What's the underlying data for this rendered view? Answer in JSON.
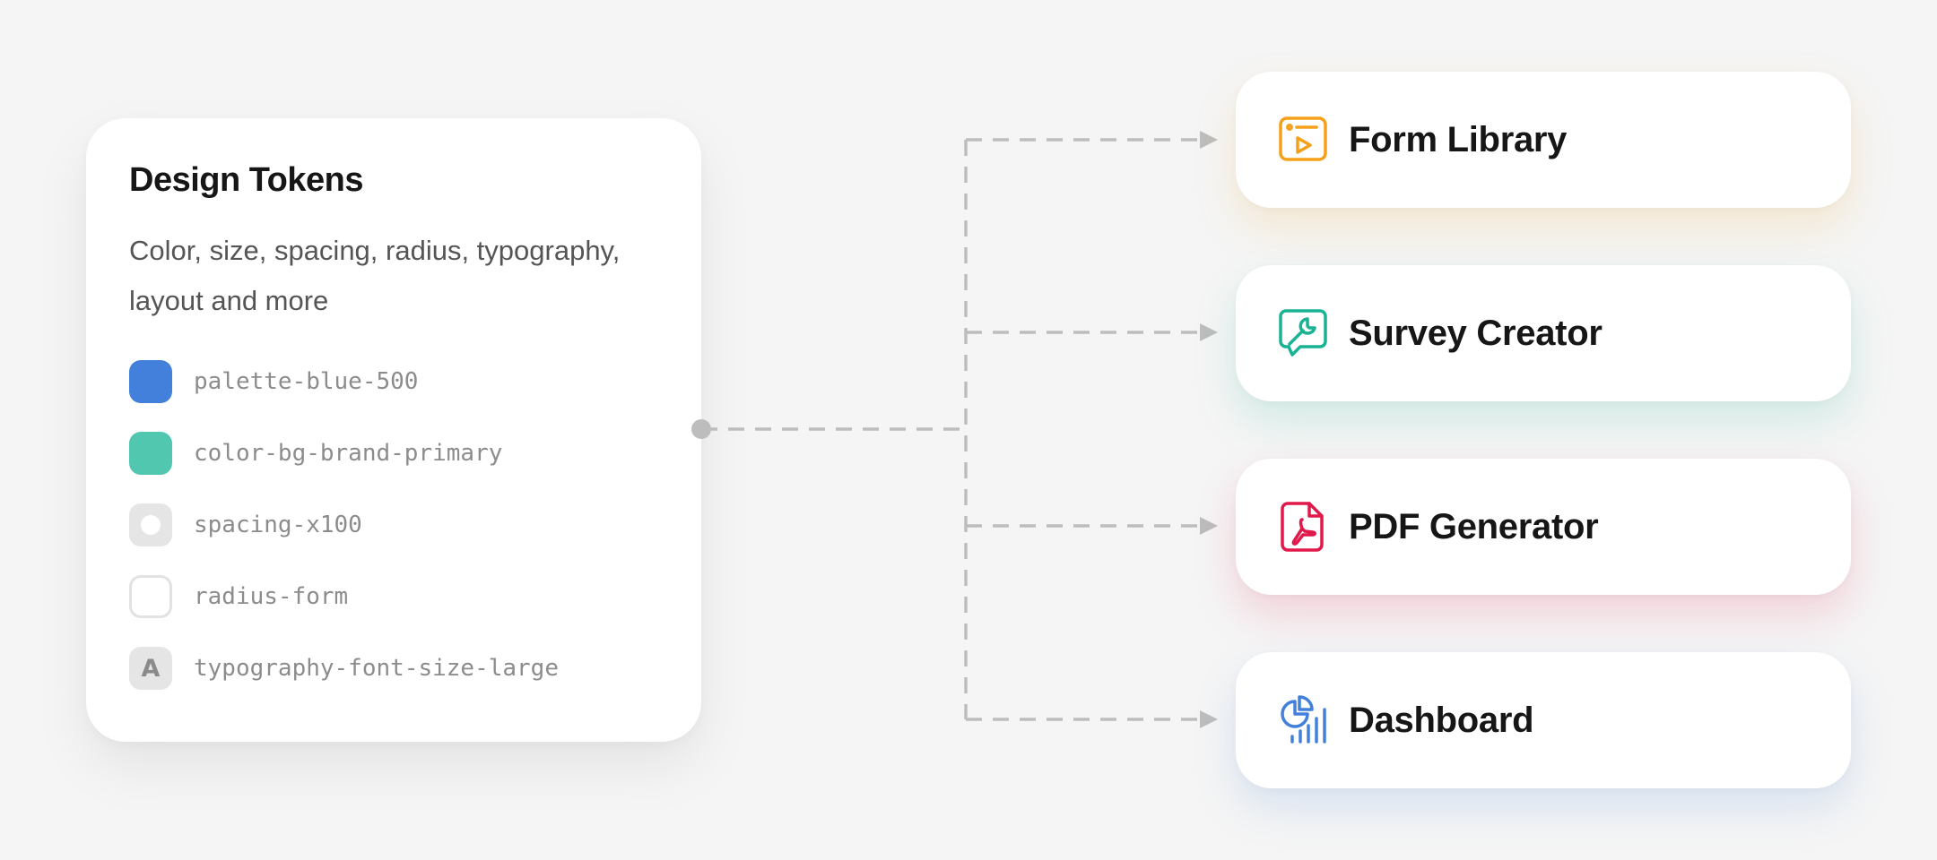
{
  "source": {
    "title": "Design Tokens",
    "description": "Color, size, spacing, radius, typography, layout and more",
    "tokens": [
      {
        "name": "palette-blue-500",
        "kind": "color",
        "color": "#4380dc"
      },
      {
        "name": "color-bg-brand-primary",
        "kind": "color",
        "color": "#52c7b0"
      },
      {
        "name": "spacing-x100",
        "kind": "spacing",
        "color": "#e5e5e5"
      },
      {
        "name": "radius-form",
        "kind": "radius",
        "color": "#e2e2e2"
      },
      {
        "name": "typography-font-size-large",
        "kind": "typography",
        "glyph": "A",
        "color": "#e5e5e5"
      }
    ]
  },
  "targets": [
    {
      "label": "Form Library",
      "icon": "form-library-icon",
      "accent": "#f5a01a"
    },
    {
      "label": "Survey Creator",
      "icon": "survey-creator-icon",
      "accent": "#19b394"
    },
    {
      "label": "PDF Generator",
      "icon": "pdf-generator-icon",
      "accent": "#e0194a"
    },
    {
      "label": "Dashboard",
      "icon": "dashboard-icon",
      "accent": "#4380dc"
    }
  ],
  "connector_color": "#bdbdbd"
}
